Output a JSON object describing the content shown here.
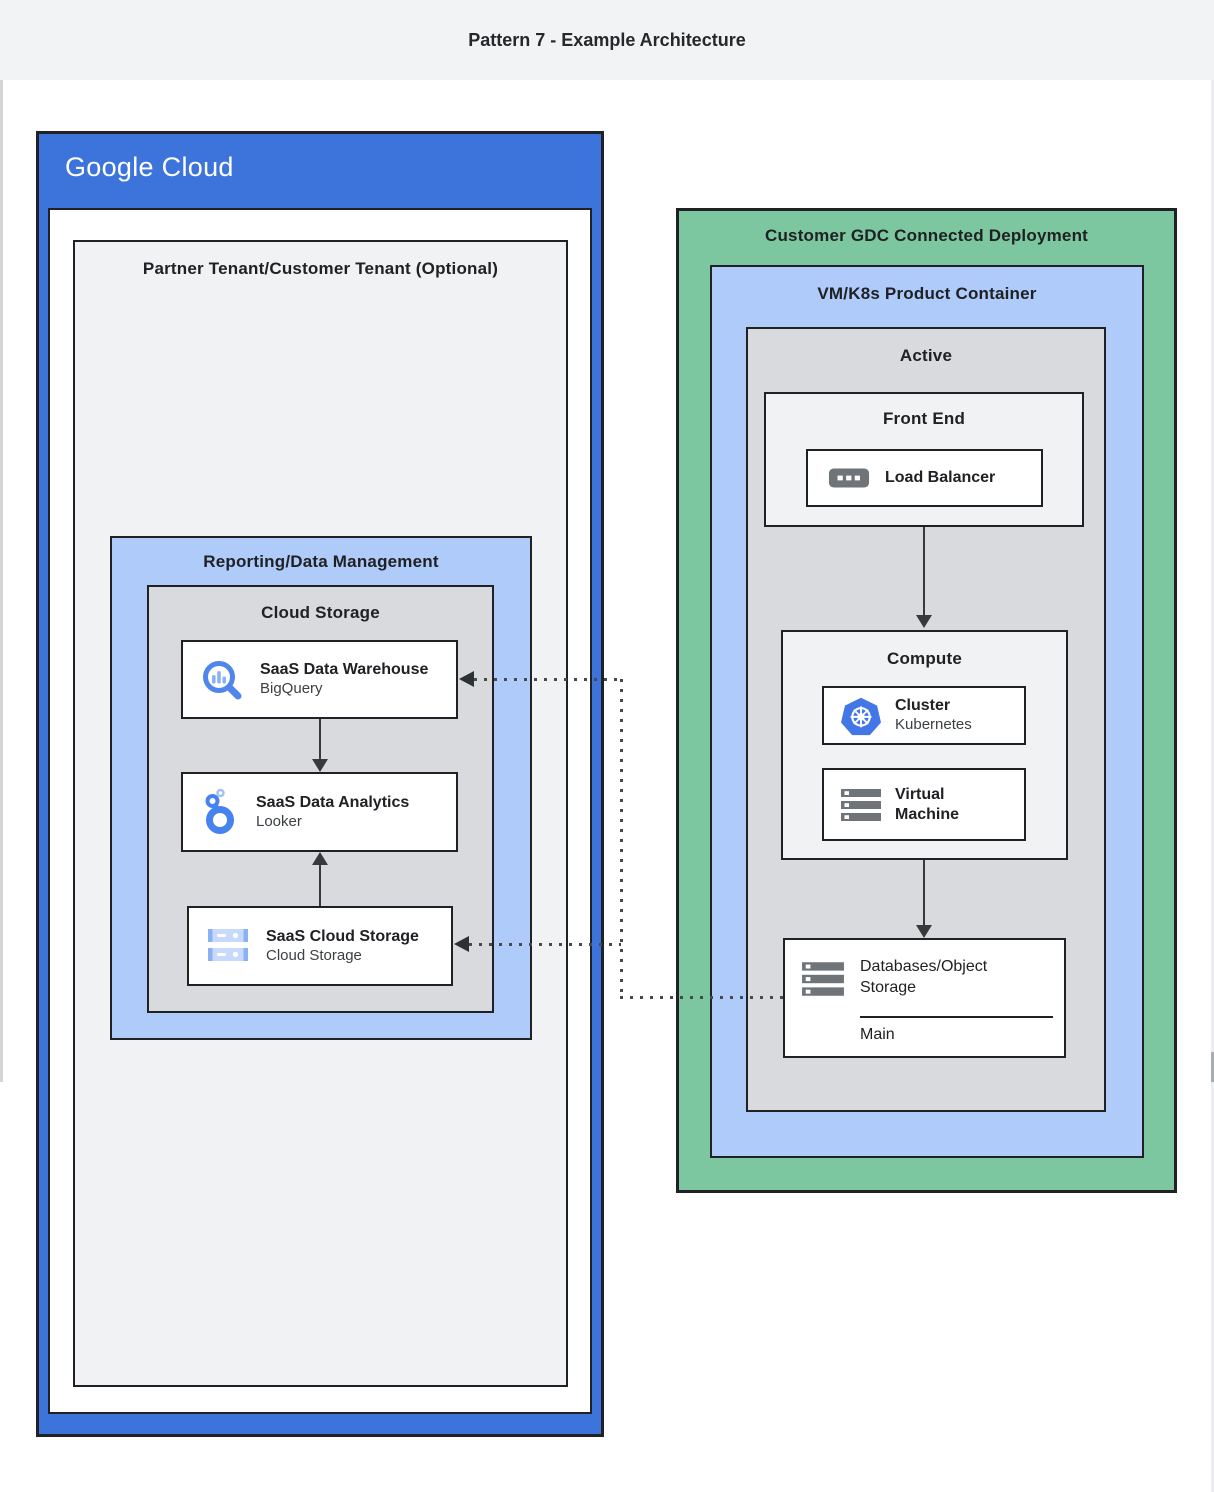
{
  "header": {
    "title": "Pattern 7 - Example Architecture"
  },
  "colors": {
    "google_blue": "#3D74DC",
    "gdc_green": "#7DC7A0",
    "container_blue": "#AECBFA",
    "zone_gray": "#D8DADD",
    "panel_gray": "#F0F2F4",
    "border_dark": "#202124",
    "icon_gray": "#6F7479",
    "icon_blue": "#4E86EC"
  },
  "google_cloud": {
    "logo": "Google Cloud",
    "partner_tenant": {
      "title": "Partner Tenant/Customer Tenant (Optional)",
      "reporting": {
        "title": "Reporting/Data Management",
        "cloud_storage_zone": {
          "title": "Cloud Storage",
          "warehouse": {
            "title": "SaaS Data Warehouse",
            "subtitle": "BigQuery",
            "icon": "bigquery-icon"
          },
          "analytics": {
            "title": "SaaS Data Analytics",
            "subtitle": "Looker",
            "icon": "looker-icon"
          },
          "storage": {
            "title": "SaaS Cloud Storage",
            "subtitle": "Cloud Storage",
            "icon": "cloud-storage-icon"
          }
        }
      }
    }
  },
  "gdc": {
    "title": "Customer GDC Connected Deployment",
    "vmk8s": {
      "title": "VM/K8s Product Container",
      "active": {
        "title": "Active",
        "front_end": {
          "title": "Front End",
          "load_balancer": "Load Balancer"
        },
        "compute": {
          "title": "Compute",
          "cluster": {
            "title": "Cluster",
            "subtitle": "Kubernetes",
            "icon": "kubernetes-icon"
          },
          "vm": {
            "title": "Virtual Machine",
            "icon": "virtual-machine-icon"
          }
        },
        "database": {
          "title": "Databases/Object Storage",
          "instance": "Main",
          "icon": "database-icon"
        }
      }
    }
  }
}
